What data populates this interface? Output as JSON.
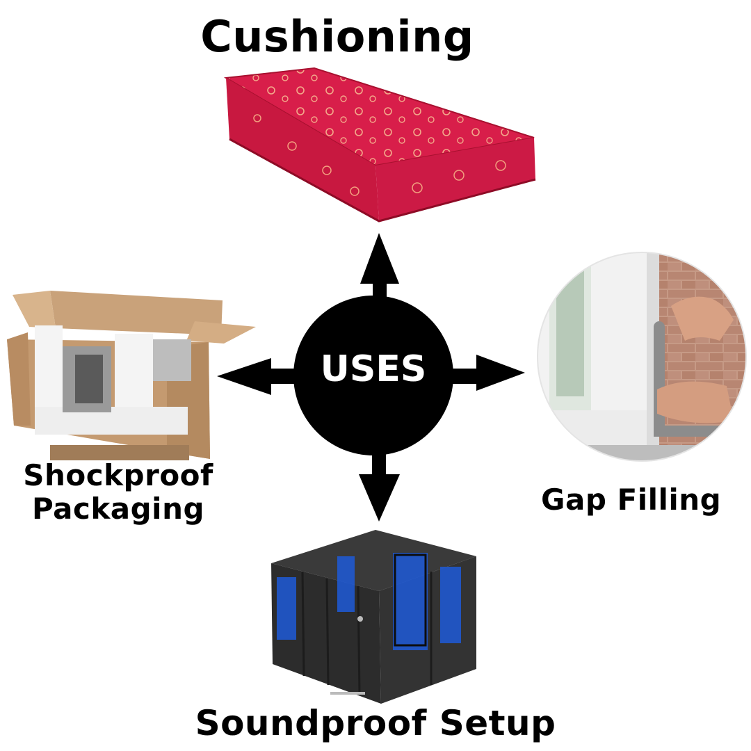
{
  "diagram": {
    "center": {
      "label": "USES"
    },
    "uses": {
      "top": "Cushioning",
      "left_line1": "Shockproof",
      "left_line2": "Packaging",
      "right": "Gap Filling",
      "bottom": "Soundproof Setup"
    },
    "colors": {
      "hub": "#000000",
      "hub_text": "#ffffff",
      "mattress": "#d81e4a",
      "box": "#c9a27a",
      "foam": "#f4f4f4",
      "booth": "#2c2c2c",
      "booth_glow": "#1e5bd8"
    },
    "icons": {
      "top": "mattress-image",
      "left": "packaging-box-image",
      "right": "window-gap-sealing-image",
      "bottom": "sound-booth-image"
    }
  }
}
